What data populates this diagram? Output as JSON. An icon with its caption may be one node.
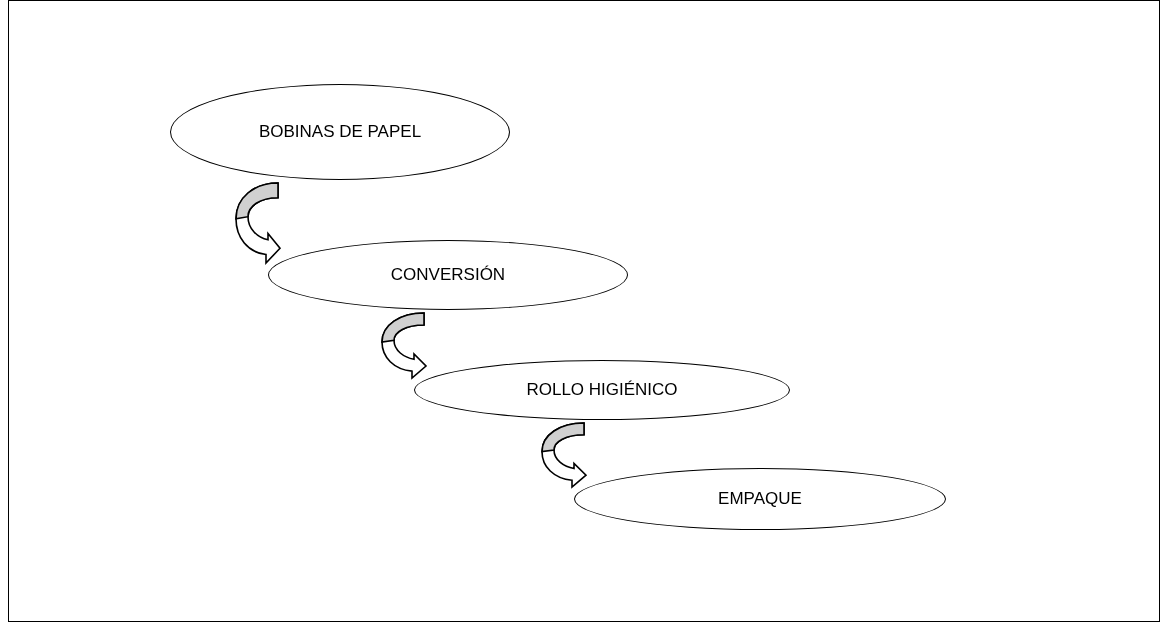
{
  "diagram": {
    "nodes": [
      {
        "text": [
          "BOBINAS DE PAPEL"
        ]
      },
      {
        "text": [
          "CONVERSIÓN"
        ]
      },
      {
        "text": [
          "ROLLO HIGIÉNICO"
        ]
      },
      {
        "text": [
          "EMPAQUE"
        ]
      }
    ],
    "edges": [
      {
        "from": 0,
        "to": 1,
        "arrow": "to"
      },
      {
        "from": 1,
        "to": 2,
        "arrow": "to"
      },
      {
        "from": 2,
        "to": 3,
        "arrow": "to"
      }
    ]
  }
}
